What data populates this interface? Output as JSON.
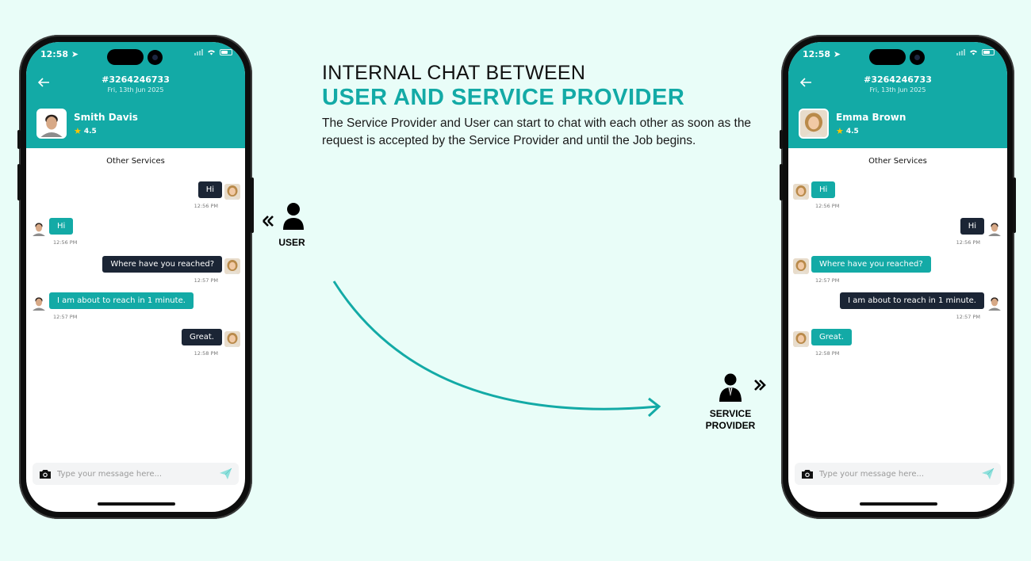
{
  "heading": {
    "line1": "INTERNAL CHAT BETWEEN",
    "line2": "USER AND SERVICE PROVIDER",
    "description": "The Service Provider and User can start to chat with each other as soon as the request is accepted by the Service Provider and until the Job begins."
  },
  "roles": {
    "user": "USER",
    "provider_line1": "SERVICE",
    "provider_line2": "PROVIDER"
  },
  "colors": {
    "accent": "#13aaa6",
    "dark_bubble": "#1b2535",
    "background": "#e9fdf8"
  },
  "left_phone": {
    "status_time": "12:58",
    "order_id": "#3264246733",
    "order_date": "Fri, 13th Jun 2025",
    "contact_name": "Smith Davis",
    "rating": "4.5",
    "section_label": "Other Services",
    "messages": [
      {
        "text": "Hi",
        "time": "12:56 PM"
      },
      {
        "text": "Hi",
        "time": "12:56 PM"
      },
      {
        "text": "Where have you reached?",
        "time": "12:57 PM"
      },
      {
        "text": "I am about to reach in 1 minute.",
        "time": "12:57 PM"
      },
      {
        "text": "Great.",
        "time": "12:58 PM"
      }
    ],
    "composer_placeholder": "Type your message here..."
  },
  "right_phone": {
    "status_time": "12:58",
    "order_id": "#3264246733",
    "order_date": "Fri, 13th Jun 2025",
    "contact_name": "Emma Brown",
    "rating": "4.5",
    "section_label": "Other Services",
    "messages": [
      {
        "text": "Hi",
        "time": "12:56 PM"
      },
      {
        "text": "Hi",
        "time": "12:56 PM"
      },
      {
        "text": "Where have you reached?",
        "time": "12:57 PM"
      },
      {
        "text": "I am about to reach in 1 minute.",
        "time": "12:57 PM"
      },
      {
        "text": "Great.",
        "time": "12:58 PM"
      }
    ],
    "composer_placeholder": "Type your message here..."
  }
}
